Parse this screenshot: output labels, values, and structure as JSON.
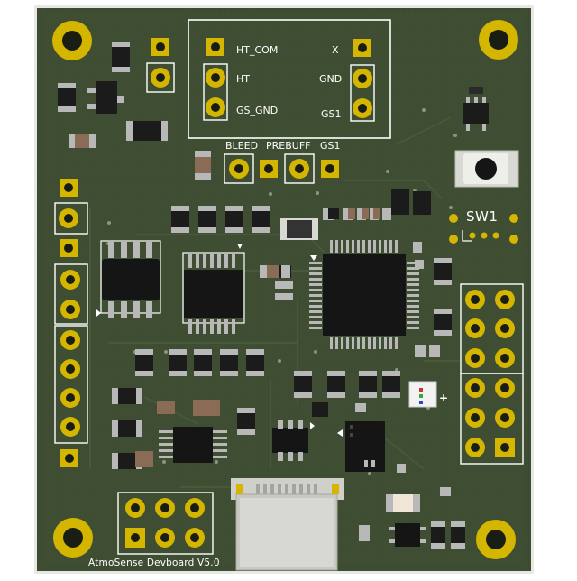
{
  "board": {
    "colors": {
      "substrate": "#3a4a30",
      "copper_pour": "#434f36",
      "edge": "#e9e9e4",
      "gold": "#d4b500",
      "hole": "#191d14",
      "silk": "#ffffff",
      "ic_body": "#151515",
      "cap_body": "#8a6b55",
      "res_end": "#b8b8b8"
    }
  },
  "labels": {
    "ht_com": "HT_COM",
    "x": "X",
    "ht": "HT",
    "gnd": "GND",
    "gs_gnd": "GS_GND",
    "gs1_top": "GS1",
    "bleed": "BLEED",
    "prebuff": "PREBUFF",
    "gs1_mid": "GS1",
    "sw1": "SW1",
    "led_plus": "+",
    "board_name": "AtmoSense Devboard V5.0"
  },
  "icons": {
    "mount_hole": "mounting-hole-icon",
    "usb": "usb-c-connector-icon",
    "button": "tactile-switch-icon",
    "led": "rgb-led-icon"
  }
}
